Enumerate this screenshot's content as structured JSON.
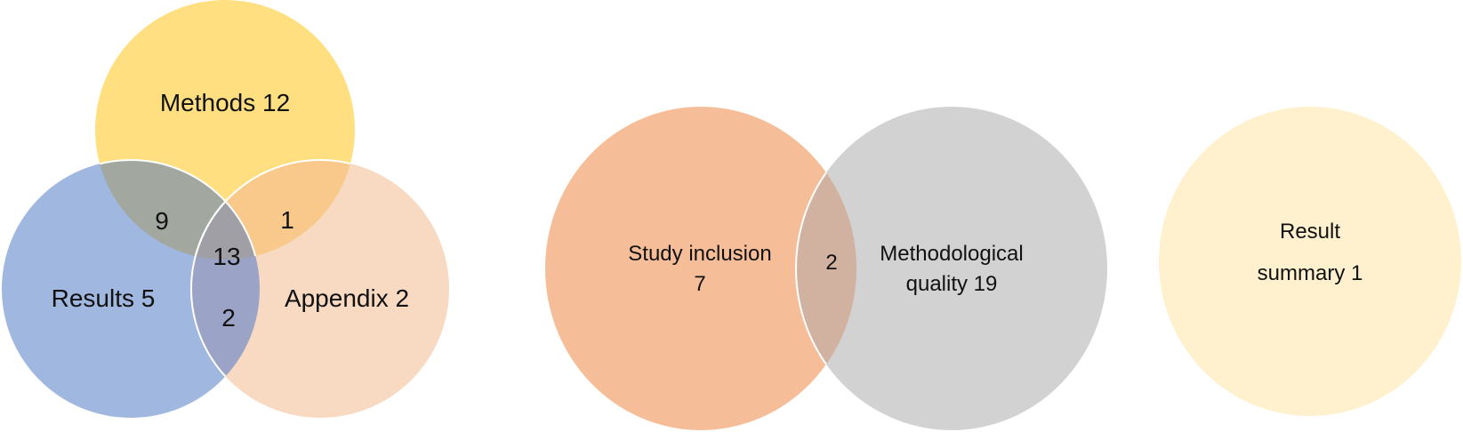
{
  "diagrams": [
    {
      "id": "manuscript-sections",
      "sets": [
        {
          "name": "Methods",
          "count": 12,
          "label": "Methods 12",
          "color": "#FFDF80"
        },
        {
          "name": "Results",
          "count": 5,
          "label": "Results 5",
          "color": "#A0B7DF"
        },
        {
          "name": "Appendix",
          "count": 2,
          "label": "Appendix 2",
          "color": "#F8D9C2"
        }
      ],
      "intersections": [
        {
          "sets": [
            "Methods",
            "Results"
          ],
          "count": 9,
          "label": "9",
          "color": "#A2A89F"
        },
        {
          "sets": [
            "Methods",
            "Appendix"
          ],
          "count": 1,
          "label": "1",
          "color": "#F8C98A"
        },
        {
          "sets": [
            "Methods",
            "Results",
            "Appendix"
          ],
          "count": 13,
          "label": "13",
          "color": "#A09FA6"
        },
        {
          "sets": [
            "Results",
            "Appendix"
          ],
          "count": 2,
          "label": "2",
          "color": "#9BA3C6"
        }
      ]
    },
    {
      "id": "review-stages",
      "sets": [
        {
          "name": "Study inclusion",
          "count": 7,
          "label_line1": "Study inclusion",
          "label_line2": "7",
          "color": "#F6BE98"
        },
        {
          "name": "Methodological quality",
          "count": 19,
          "label_line1": "Methodological",
          "label_line2": "quality 19",
          "color": "#D2D2D2"
        }
      ],
      "intersections": [
        {
          "sets": [
            "Study inclusion",
            "Methodological quality"
          ],
          "count": 2,
          "label": "2",
          "color": "#D1B19F"
        }
      ]
    },
    {
      "id": "result-summary",
      "sets": [
        {
          "name": "Result summary",
          "count": 1,
          "label_line1": "Result",
          "label_line2": "summary 1",
          "color": "#FFF1CE"
        }
      ]
    }
  ],
  "chart_data": [
    {
      "type": "venn",
      "title": "",
      "sets": [
        "Methods",
        "Results",
        "Appendix"
      ],
      "values": {
        "Methods only": 12,
        "Results only": 5,
        "Appendix only": 2,
        "Methods & Results": 9,
        "Methods & Appendix": 1,
        "Results & Appendix": 2,
        "Methods & Results & Appendix": 13
      }
    },
    {
      "type": "venn",
      "title": "",
      "sets": [
        "Study inclusion",
        "Methodological quality"
      ],
      "values": {
        "Study inclusion only": 7,
        "Methodological quality only": 19,
        "Study inclusion & Methodological quality": 2
      }
    },
    {
      "type": "venn",
      "title": "",
      "sets": [
        "Result summary"
      ],
      "values": {
        "Result summary only": 1
      }
    }
  ]
}
